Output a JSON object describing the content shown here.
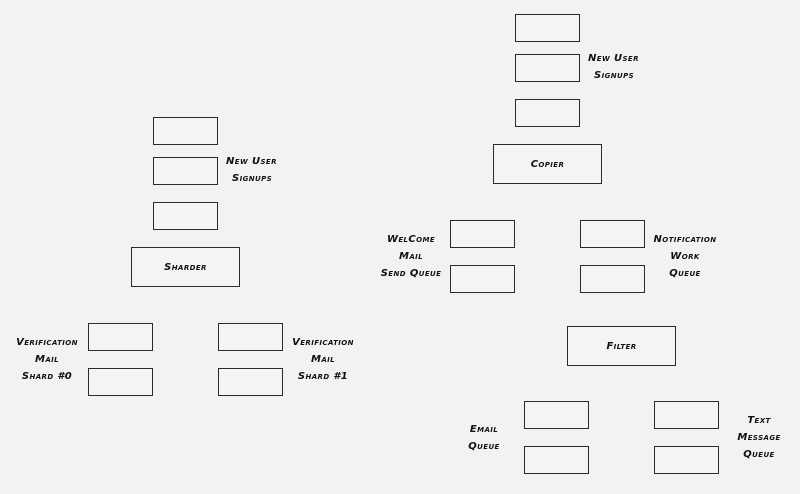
{
  "left": {
    "signups_label": [
      "New User",
      "Signups"
    ],
    "sharder_label": "Sharder",
    "shard0_label": [
      "Verification",
      "Mail",
      "Shard #0"
    ],
    "shard1_label": [
      "Verification",
      "Mail",
      "Shard #1"
    ]
  },
  "right": {
    "signups_label": [
      "New User",
      "Signups"
    ],
    "copier_label": "Copier",
    "welcome_label": [
      "WelCome",
      "Mail",
      "Send Queue"
    ],
    "notification_label": [
      "Notification",
      "Work",
      "Queue"
    ],
    "filter_label": "Filter",
    "email_label": [
      "Email",
      "Queue"
    ],
    "text_label": [
      "Text",
      "Message",
      "Queue"
    ]
  }
}
